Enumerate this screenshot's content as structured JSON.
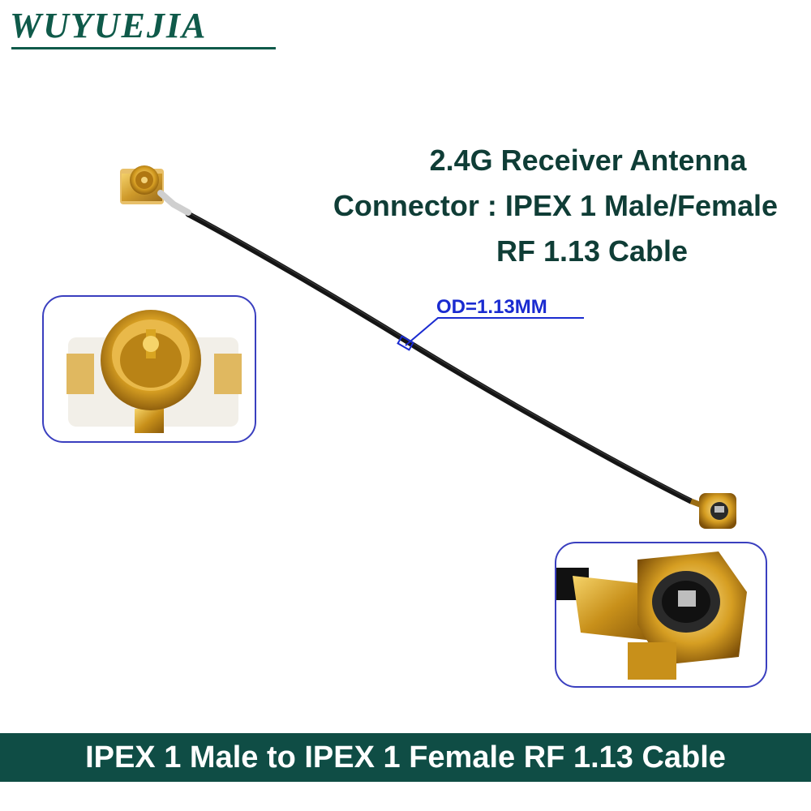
{
  "brand": {
    "name": "WUYUEJIA"
  },
  "spec": {
    "line1": "2.4G Receiver Antenna",
    "line2": "Connector : IPEX 1 Male/Female",
    "line3": "RF 1.13 Cable"
  },
  "cable": {
    "od_label": "OD=1.13MM"
  },
  "footer": {
    "title": "IPEX 1 Male to IPEX 1 Female RF 1.13 Cable"
  },
  "colors": {
    "brand": "#0f5a4a",
    "footer_bg": "#0f4d45",
    "inset_border": "#3a3fbf",
    "od_label": "#1a2bd0",
    "gold": "#d9a521"
  }
}
